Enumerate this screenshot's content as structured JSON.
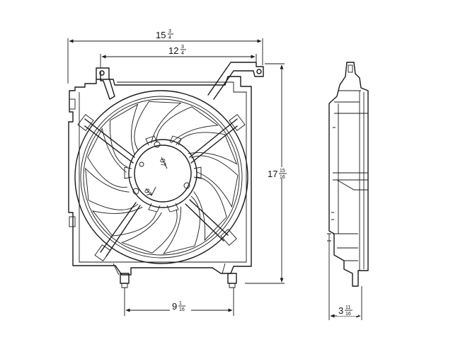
{
  "dimensions": {
    "overall_width": {
      "whole": "15",
      "num": "3",
      "den": "4"
    },
    "mount_width": {
      "whole": "12",
      "num": "3",
      "den": "4"
    },
    "overall_height": {
      "whole": "17",
      "num": "15",
      "den": "16"
    },
    "mount_spacing": {
      "whole": "9",
      "num": "1",
      "den": "16"
    },
    "depth": {
      "whole": "3",
      "num": "11",
      "den": "16"
    }
  },
  "motor_labels": [
    "07",
    "07"
  ],
  "colors": {
    "line": "#1a1a1a",
    "background": "#ffffff"
  }
}
